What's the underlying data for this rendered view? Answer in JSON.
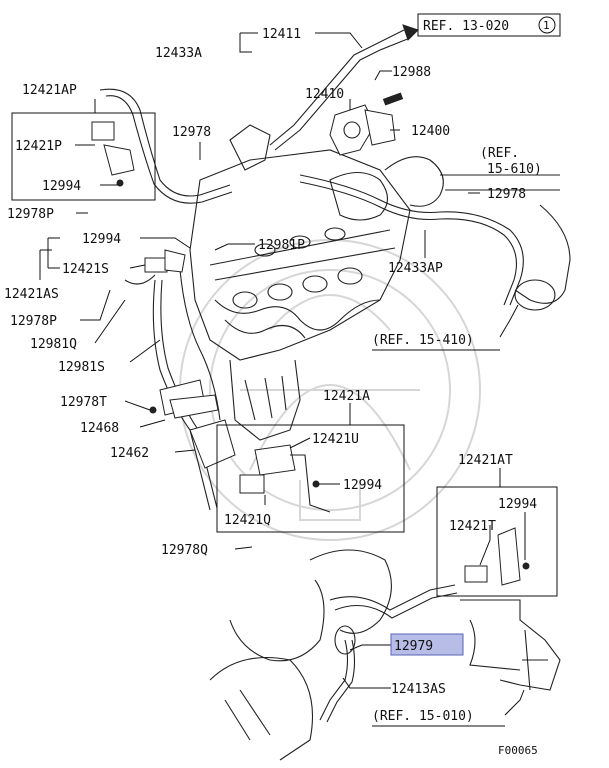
{
  "labels": {
    "p12411": "12411",
    "p12433A": "12433A",
    "p12988": "12988",
    "p12421AP": "12421AP",
    "p12410": "12410",
    "p12421P": "12421P",
    "p12978_a": "12978",
    "p12400": "12400",
    "p12994_a": "12994",
    "p12978_b": "12978",
    "p12978P": "12978P",
    "p12994_b": "12994",
    "p12981P": "12981P",
    "p12421S": "12421S",
    "p12433AP": "12433AP",
    "p12421AS": "12421AS",
    "p12978P_b": "12978P",
    "p12981Q": "12981Q",
    "p12981S": "12981S",
    "p12421A": "12421A",
    "p12978T": "12978T",
    "p12468": "12468",
    "p12421U": "12421U",
    "p12462": "12462",
    "p12994_c": "12994",
    "p12421AT": "12421AT",
    "p12421Q": "12421Q",
    "p12994_d": "12994",
    "p12978Q": "12978Q",
    "p12421T": "12421T",
    "p12979": "12979",
    "p12413AS": "12413AS",
    "figure_code": "F00065"
  },
  "refs": {
    "ref_13_020": "REF. 13-020",
    "ref_13_020_circle": "1",
    "ref_15_610_a": "(REF.",
    "ref_15_610_b": "15-610)",
    "ref_15_410": "(REF. 15-410)",
    "ref_15_010": "(REF. 15-010)"
  },
  "highlight": {
    "part": "12979",
    "fill": "#b7bde6",
    "stroke": "#5a63b8"
  }
}
